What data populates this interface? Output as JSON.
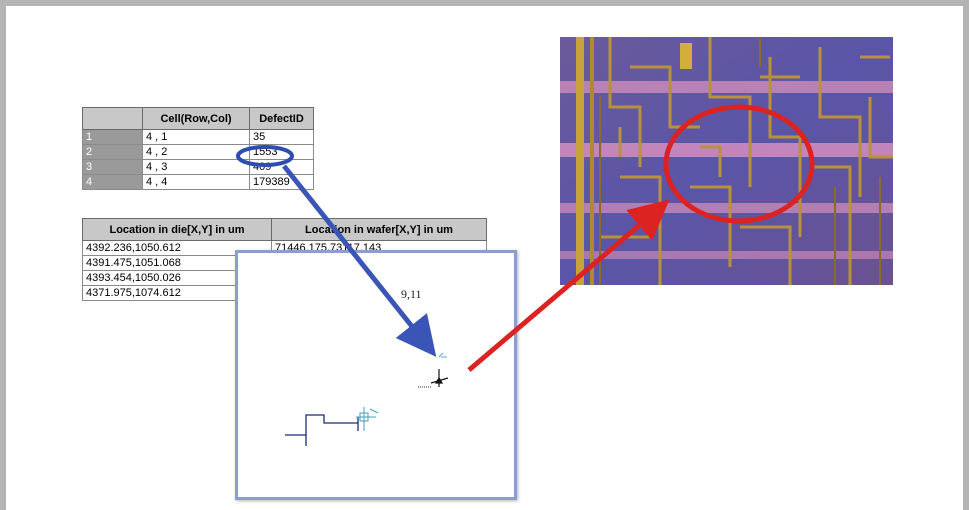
{
  "table_cells": {
    "headers": [
      "",
      "Cell(Row,Col)",
      "DefectID"
    ],
    "rows": [
      [
        "1",
        "4 , 1",
        "35"
      ],
      [
        "2",
        "4 , 2",
        "1553"
      ],
      [
        "3",
        "4 , 3",
        "409"
      ],
      [
        "4",
        "4 , 4",
        "179389"
      ]
    ]
  },
  "table_locations": {
    "headers": [
      "Location in die[X,Y] in um",
      "Location in wafer[X,Y] in um"
    ],
    "rows": [
      [
        "4392.236,1050.612",
        "71446.175,73117.143"
      ],
      [
        "4391.475,1051.068",
        ""
      ],
      [
        "4393.454,1050.026",
        ""
      ],
      [
        "4371.975,1074.612",
        ""
      ]
    ]
  },
  "layout_view": {
    "coordinate_label": "9,11"
  },
  "colors": {
    "blue_arrow": "#3a55b5",
    "red_arrow": "#dd2222",
    "highlight_ring": "#dd2222",
    "selection_ellipse": "#2d4db0"
  },
  "icons": {
    "defect_marker": "crosshair-marker-icon"
  }
}
